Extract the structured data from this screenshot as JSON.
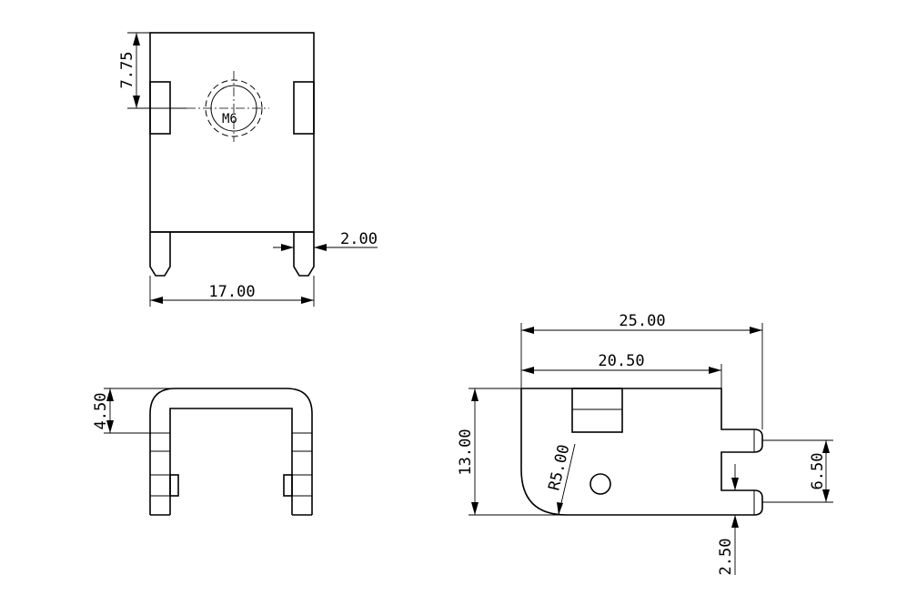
{
  "dimensions": {
    "top_height": "7.75",
    "thread": "M6",
    "tab_gap": "2.00",
    "top_width": "17.00",
    "side_height": "4.50",
    "overall_length": "25.00",
    "inner_length": "20.50",
    "part_height": "13.00",
    "radius": "R5.00",
    "slot_width": "6.50",
    "slot_depth": "2.50"
  }
}
